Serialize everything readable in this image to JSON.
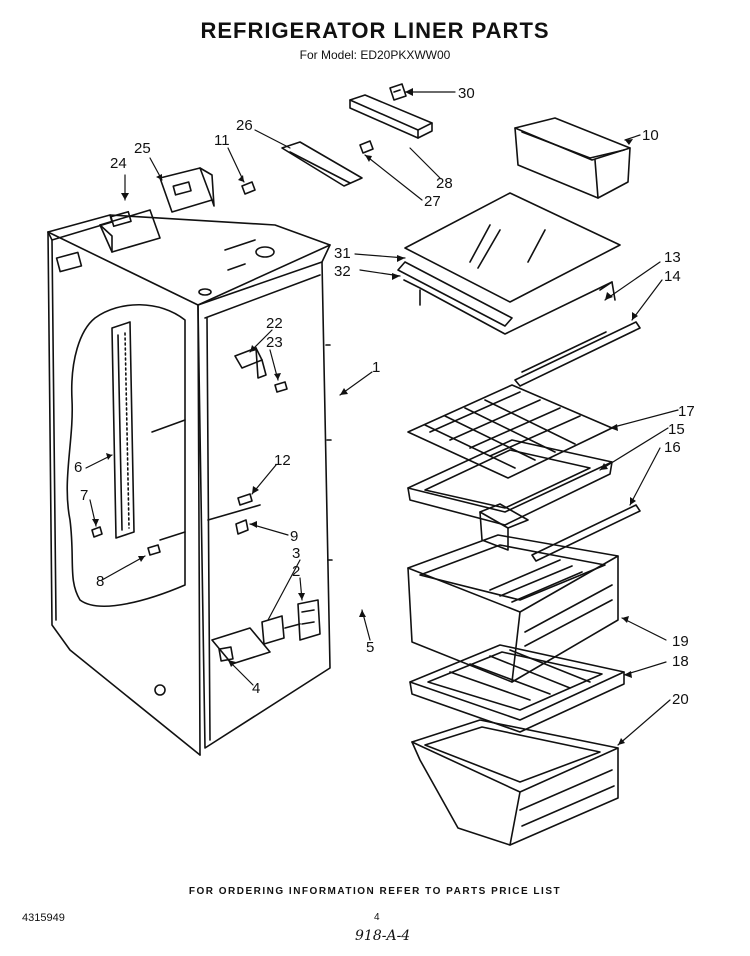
{
  "header": {
    "title": "REFRIGERATOR LINER PARTS",
    "subtitle": "For Model: ED20PKXWW00"
  },
  "callouts": [
    "30",
    "26",
    "11",
    "25",
    "24",
    "10",
    "28",
    "27",
    "31",
    "32",
    "13",
    "14",
    "22",
    "23",
    "1",
    "17",
    "15",
    "16",
    "12",
    "6",
    "7",
    "9",
    "3",
    "2",
    "8",
    "5",
    "19",
    "18",
    "4",
    "20"
  ],
  "footer": {
    "ordering_note": "FOR ORDERING INFORMATION REFER TO PARTS PRICE LIST",
    "doc_number": "4315949",
    "page_number": "4",
    "handwritten_note": "918-A-4"
  },
  "colors": {
    "line": "#111111",
    "paper": "#ffffff"
  }
}
